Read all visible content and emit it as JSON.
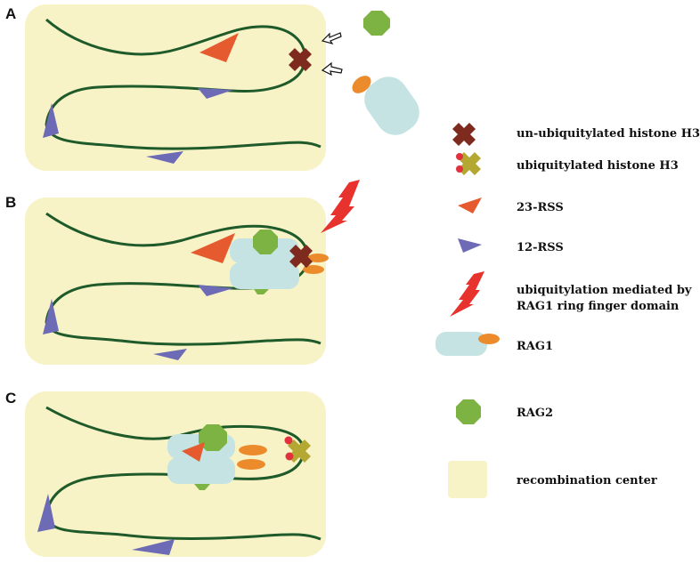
{
  "panels": {
    "a": "A",
    "b": "B",
    "c": "C"
  },
  "legend": {
    "unubiquitylated_h3": "un-ubiquitylated histone H3",
    "ubiquitylated_h3": "ubiquitylated histone H3",
    "rss23": "23-RSS",
    "rss12": "12-RSS",
    "ubiquitylation_line1": "ubiquitylation mediated by",
    "ubiquitylation_line2": "RAG1 ring finger domain",
    "rag1": "RAG1",
    "rag2": "RAG2",
    "recombination_center": "recombination center"
  },
  "colors": {
    "recombination_center": "#f7f3c6",
    "dna": "#1f5a2a",
    "histone_unubiquitylated": "#7e2a1e",
    "histone_ubiquitylated": "#b5a832",
    "ubiquitin_dot": "#e0323c",
    "rss23": "#e55a2e",
    "rss12": "#6d6bb5",
    "lightning": "#e8322e",
    "rag1_body": "#c5e3e3",
    "rag1_tail": "#ec8b2c",
    "rag2": "#7cb342"
  }
}
